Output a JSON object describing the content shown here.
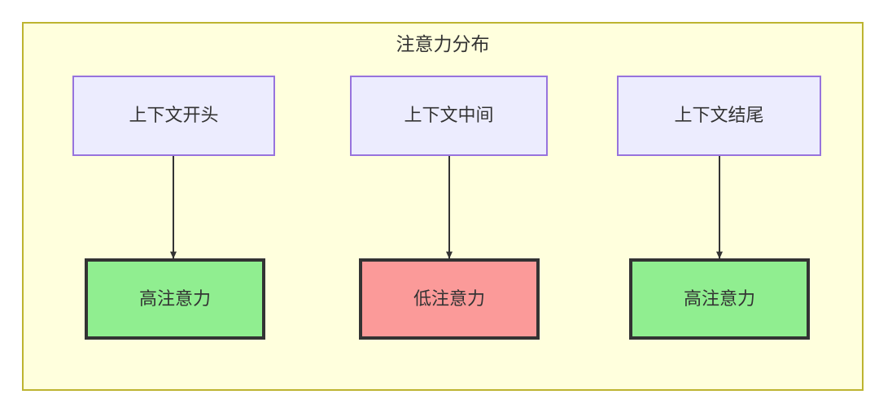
{
  "diagram": {
    "title": "注意力分布",
    "container": {
      "fill": "#ffffdd",
      "stroke": "#bdb430"
    },
    "nodes": {
      "context": [
        {
          "id": "ctx-start",
          "label": "上下文开头",
          "fill": "#ececfe",
          "stroke": "#9773dd"
        },
        {
          "id": "ctx-middle",
          "label": "上下文中间",
          "fill": "#ececfe",
          "stroke": "#9773dd"
        },
        {
          "id": "ctx-end",
          "label": "上下文结尾",
          "fill": "#ececfe",
          "stroke": "#9773dd"
        }
      ],
      "attention": [
        {
          "id": "att-start",
          "label": "高注意力",
          "fill": "#90ee90",
          "stroke": "#333333"
        },
        {
          "id": "att-middle",
          "label": "低注意力",
          "fill": "#fb9a99",
          "stroke": "#333333"
        },
        {
          "id": "att-end",
          "label": "高注意力",
          "fill": "#90ee90",
          "stroke": "#333333"
        }
      ]
    },
    "edges": [
      {
        "from": "ctx-start",
        "to": "att-start",
        "label": ""
      },
      {
        "from": "ctx-middle",
        "to": "att-middle",
        "label": ""
      },
      {
        "from": "ctx-end",
        "to": "att-end",
        "label": ""
      }
    ],
    "edge_color": "#333333"
  }
}
